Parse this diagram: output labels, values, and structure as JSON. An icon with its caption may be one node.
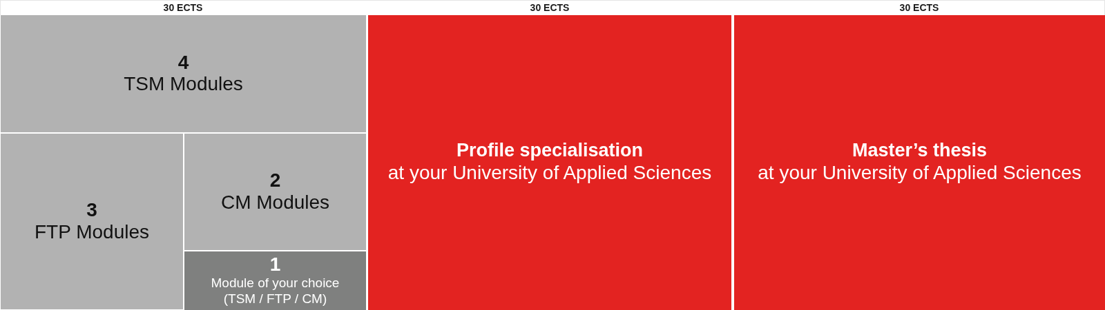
{
  "diagram": {
    "nodes": [
      {
        "text": [
          "4",
          "TSM Modules"
        ]
      },
      {
        "text": [
          "3",
          "FTP Modules"
        ]
      },
      {
        "text": [
          "2",
          "CM Modules"
        ]
      },
      {
        "text": [
          "1",
          "Module of your choice (TSM / FTP / CM)"
        ]
      },
      {
        "text": [
          "Profile specialisation",
          "at your University of Applied Sciences"
        ]
      },
      {
        "text": [
          "Master’s thesis",
          "at your University of Applied Sciences"
        ]
      }
    ],
    "labels": [
      "30 ECTS",
      "30 ECTS",
      "30 ECTS"
    ]
  }
}
